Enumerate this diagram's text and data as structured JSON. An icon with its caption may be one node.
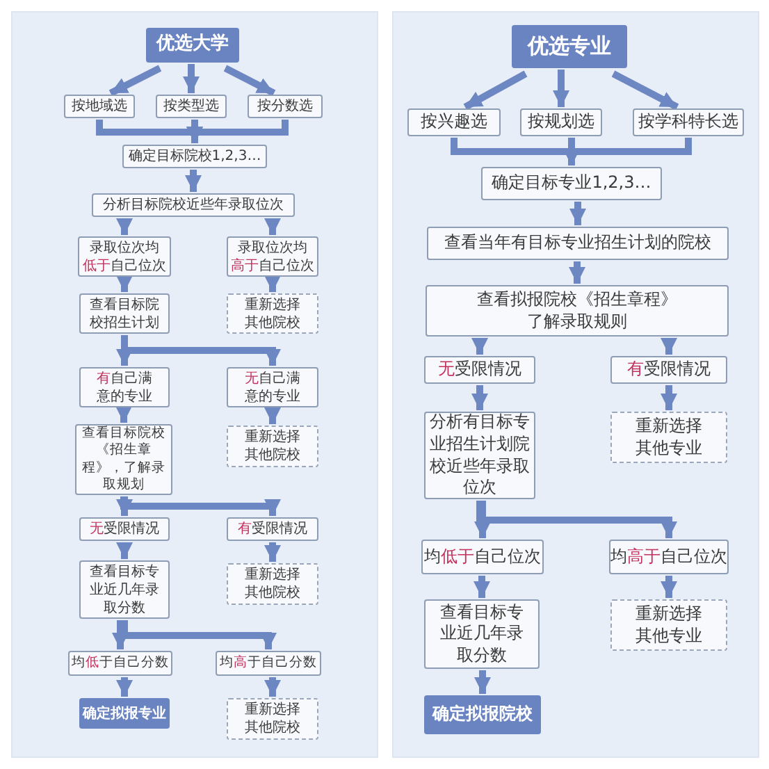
{
  "diagram": {
    "nodes": [
      {
        "text": [
          "优选大学"
        ]
      },
      {
        "text": [
          "按地域选"
        ]
      },
      {
        "text": [
          "按类型选"
        ]
      },
      {
        "text": [
          "按分数选"
        ]
      },
      {
        "text": [
          "确定目标院校1,2,3…"
        ]
      },
      {
        "text": [
          "分析目标院校近些年录取位次"
        ]
      },
      {
        "text": [
          "录取位次均**低于**自己位次"
        ]
      },
      {
        "text": [
          "录取位次均**高于**自己位次"
        ]
      },
      {
        "text": [
          "查看目标院校招生计划"
        ]
      },
      {
        "text": [
          "重新选择其他院校"
        ]
      },
      {
        "text": [
          "**有**自己满意的专业"
        ]
      },
      {
        "text": [
          "**无**自己满意的专业"
        ]
      },
      {
        "text": [
          "查看目标院校《招生章程》，了解录取规划"
        ]
      },
      {
        "text": [
          "重新选择其他院校"
        ]
      },
      {
        "text": [
          "**无**受限情况"
        ]
      },
      {
        "text": [
          "**有**受限情况"
        ]
      },
      {
        "text": [
          "查看目标专业近几年录取分数"
        ]
      },
      {
        "text": [
          "重新选择其他院校"
        ]
      },
      {
        "text": [
          "均**低**于自己分数"
        ]
      },
      {
        "text": [
          "均**高**于自己分数"
        ]
      },
      {
        "text": [
          "确定拟报专业"
        ]
      },
      {
        "text": [
          "重新选择其他院校"
        ]
      },
      {
        "text": [
          "优选专业"
        ]
      },
      {
        "text": [
          "按兴趣选"
        ]
      },
      {
        "text": [
          "按规划选"
        ]
      },
      {
        "text": [
          "按学科特长选"
        ]
      },
      {
        "text": [
          "确定目标专业1,2,3…"
        ]
      },
      {
        "text": [
          "查看当年有目标专业招生计划的院校"
        ]
      },
      {
        "text": [
          "查看拟报院校《招生章程》了解录取规则"
        ]
      },
      {
        "text": [
          "**无**受限情况"
        ]
      },
      {
        "text": [
          "**有**受限情况"
        ]
      },
      {
        "text": [
          "分析有目标专业招生计划院校近些年录取位次"
        ]
      },
      {
        "text": [
          "重新选择其他专业"
        ]
      },
      {
        "text": [
          "均**低于**自己位次"
        ]
      },
      {
        "text": [
          "均**高于**自己位次"
        ]
      },
      {
        "text": [
          "查看目标专业近几年录取分数"
        ]
      },
      {
        "text": [
          "重新选择其他专业"
        ]
      },
      {
        "text": [
          "确定拟报院校"
        ]
      }
    ],
    "edges": [
      {
        "from": 0,
        "to": 1,
        "arrow": "to"
      },
      {
        "from": 0,
        "to": 2,
        "arrow": "to"
      },
      {
        "from": 0,
        "to": 3,
        "arrow": "to"
      },
      {
        "from": 1,
        "to": 4,
        "arrow": "to"
      },
      {
        "from": 2,
        "to": 4,
        "arrow": "to"
      },
      {
        "from": 3,
        "to": 4,
        "arrow": "to"
      },
      {
        "from": 4,
        "to": 5,
        "arrow": "to"
      },
      {
        "from": 5,
        "to": 6,
        "arrow": "to"
      },
      {
        "from": 5,
        "to": 7,
        "arrow": "to"
      },
      {
        "from": 6,
        "to": 8,
        "arrow": "to"
      },
      {
        "from": 7,
        "to": 9,
        "arrow": "to"
      },
      {
        "from": 8,
        "to": 10,
        "arrow": "to"
      },
      {
        "from": 8,
        "to": 11,
        "arrow": "to"
      },
      {
        "from": 10,
        "to": 12,
        "arrow": "to"
      },
      {
        "from": 11,
        "to": 13,
        "arrow": "to"
      },
      {
        "from": 12,
        "to": 14,
        "arrow": "to"
      },
      {
        "from": 12,
        "to": 15,
        "arrow": "to"
      },
      {
        "from": 14,
        "to": 16,
        "arrow": "to"
      },
      {
        "from": 15,
        "to": 17,
        "arrow": "to"
      },
      {
        "from": 16,
        "to": 18,
        "arrow": "to"
      },
      {
        "from": 16,
        "to": 19,
        "arrow": "to"
      },
      {
        "from": 18,
        "to": 20,
        "arrow": "to"
      },
      {
        "from": 19,
        "to": 21,
        "arrow": "to"
      },
      {
        "from": 22,
        "to": 23,
        "arrow": "to"
      },
      {
        "from": 22,
        "to": 24,
        "arrow": "to"
      },
      {
        "from": 22,
        "to": 25,
        "arrow": "to"
      },
      {
        "from": 23,
        "to": 26,
        "arrow": "to"
      },
      {
        "from": 24,
        "to": 26,
        "arrow": "to"
      },
      {
        "from": 25,
        "to": 26,
        "arrow": "to"
      },
      {
        "from": 26,
        "to": 27,
        "arrow": "to"
      },
      {
        "from": 27,
        "to": 28,
        "arrow": "to"
      },
      {
        "from": 28,
        "to": 29,
        "arrow": "to"
      },
      {
        "from": 28,
        "to": 30,
        "arrow": "to"
      },
      {
        "from": 29,
        "to": 31,
        "arrow": "to"
      },
      {
        "from": 30,
        "to": 32,
        "arrow": "to"
      },
      {
        "from": 31,
        "to": 33,
        "arrow": "to"
      },
      {
        "from": 31,
        "to": 34,
        "arrow": "to"
      },
      {
        "from": 33,
        "to": 35,
        "arrow": "to"
      },
      {
        "from": 34,
        "to": 36,
        "arrow": "to"
      },
      {
        "from": 35,
        "to": 37,
        "arrow": "to"
      }
    ]
  }
}
